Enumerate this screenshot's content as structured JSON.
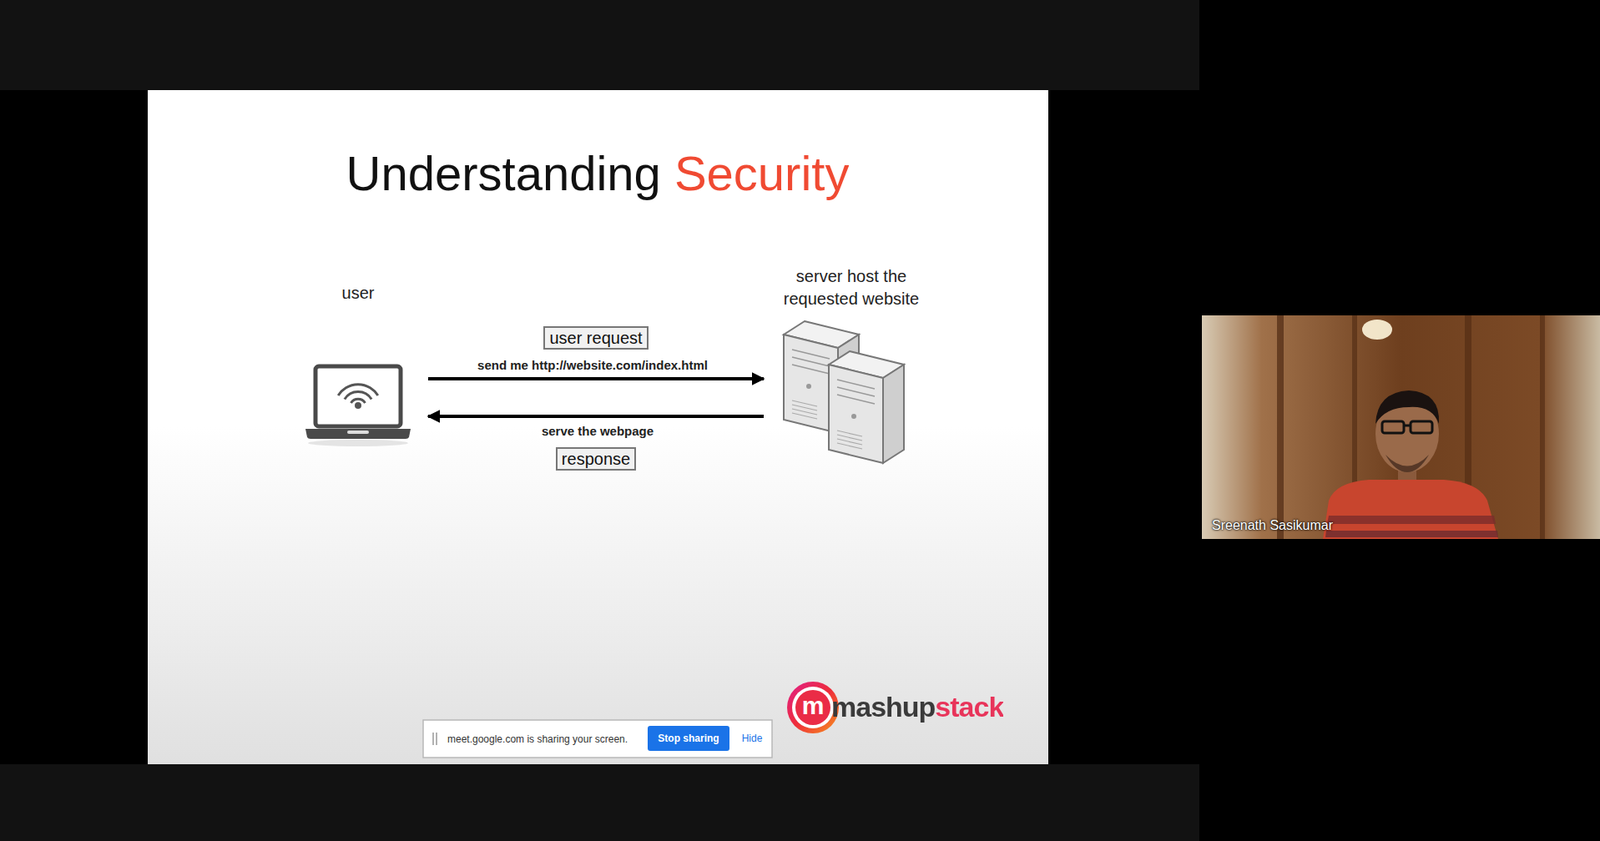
{
  "diagram": {
    "title": "Understanding Security",
    "nodes": [
      {
        "text": [
          "user"
        ]
      },
      {
        "text": [
          "server host the requested website"
        ]
      }
    ],
    "edges": [
      {
        "from": 0,
        "to": 1,
        "arrow": "to",
        "label": "user request"
      },
      {
        "from": 1,
        "to": 0,
        "arrow": "to",
        "label": "response"
      }
    ],
    "labels": [
      "send me http://website.com/index.html",
      "serve the webpage",
      "m",
      "mashupstack",
      "meet.google.com is sharing your screen.",
      "Stop sharing",
      "Hide",
      "Sreenath Sasikumar"
    ]
  }
}
